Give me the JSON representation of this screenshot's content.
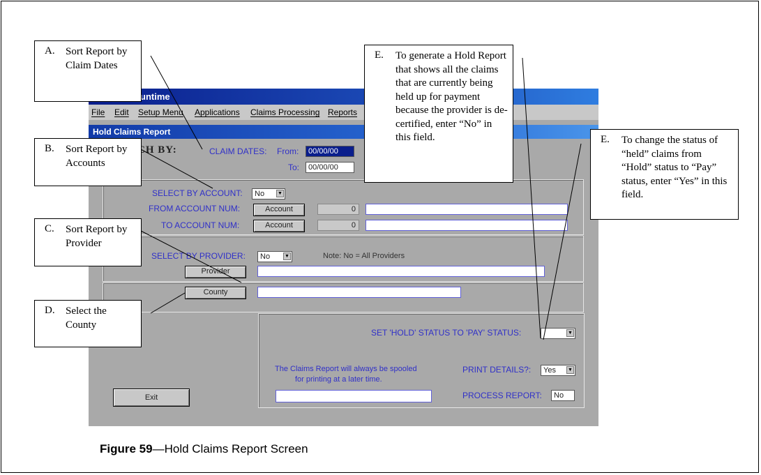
{
  "window": {
    "title": "untime",
    "menu": [
      "File",
      "Edit",
      "Setup Menu",
      "Applications",
      "Claims Processing",
      "Reports"
    ],
    "subtitle": "Hold Claims Report"
  },
  "form": {
    "search_by": "CH  BY:",
    "claim_dates_label": "CLAIM DATES:",
    "from_label": "From:",
    "from_value": "00/00/00",
    "to_label": "To:",
    "to_value": "00/00/00",
    "select_by_account_label": "SELECT BY ACCOUNT:",
    "select_by_account_value": "No",
    "from_account_label": "FROM ACCOUNT NUM:",
    "to_account_label": "TO ACCOUNT NUM:",
    "account_button": "Account",
    "account_count_from": "0",
    "account_count_to": "0",
    "select_by_provider_label": "SELECT BY PROVIDER:",
    "select_by_provider_value": "No",
    "provider_note": "Note: No = All Providers",
    "provider_button": "Provider",
    "county_button": "County",
    "hold_to_pay_label": "SET 'HOLD' STATUS TO 'PAY' STATUS:",
    "hold_to_pay_value": "",
    "spool_note_1": "The Claims Report will always be spooled",
    "spool_note_2": "for printing at a later time.",
    "print_details_label": "PRINT DETAILS?:",
    "print_details_value": "Yes",
    "process_report_label": "PROCESS REPORT:",
    "process_report_value": "No",
    "exit_button": "Exit"
  },
  "callouts": {
    "a": {
      "letter": "A.",
      "text": "Sort Report by Claim Dates"
    },
    "b": {
      "letter": "B.",
      "text": "Sort Report by Accounts"
    },
    "c": {
      "letter": "C.",
      "text": "Sort Report by Provider"
    },
    "d": {
      "letter": "D.",
      "text": "Select the County"
    },
    "e1": {
      "letter": "E.",
      "text": "To generate a Hold Report that shows all the claims that are currently being held up for payment because the provider is de-certified, enter “No” in this field."
    },
    "e2": {
      "letter": "E.",
      "text": "To change the status of “held” claims from “Hold” status to “Pay” status, enter “Yes” in this field."
    }
  },
  "caption": {
    "label": "Figure 59",
    "text": "—Hold Claims Report Screen"
  }
}
